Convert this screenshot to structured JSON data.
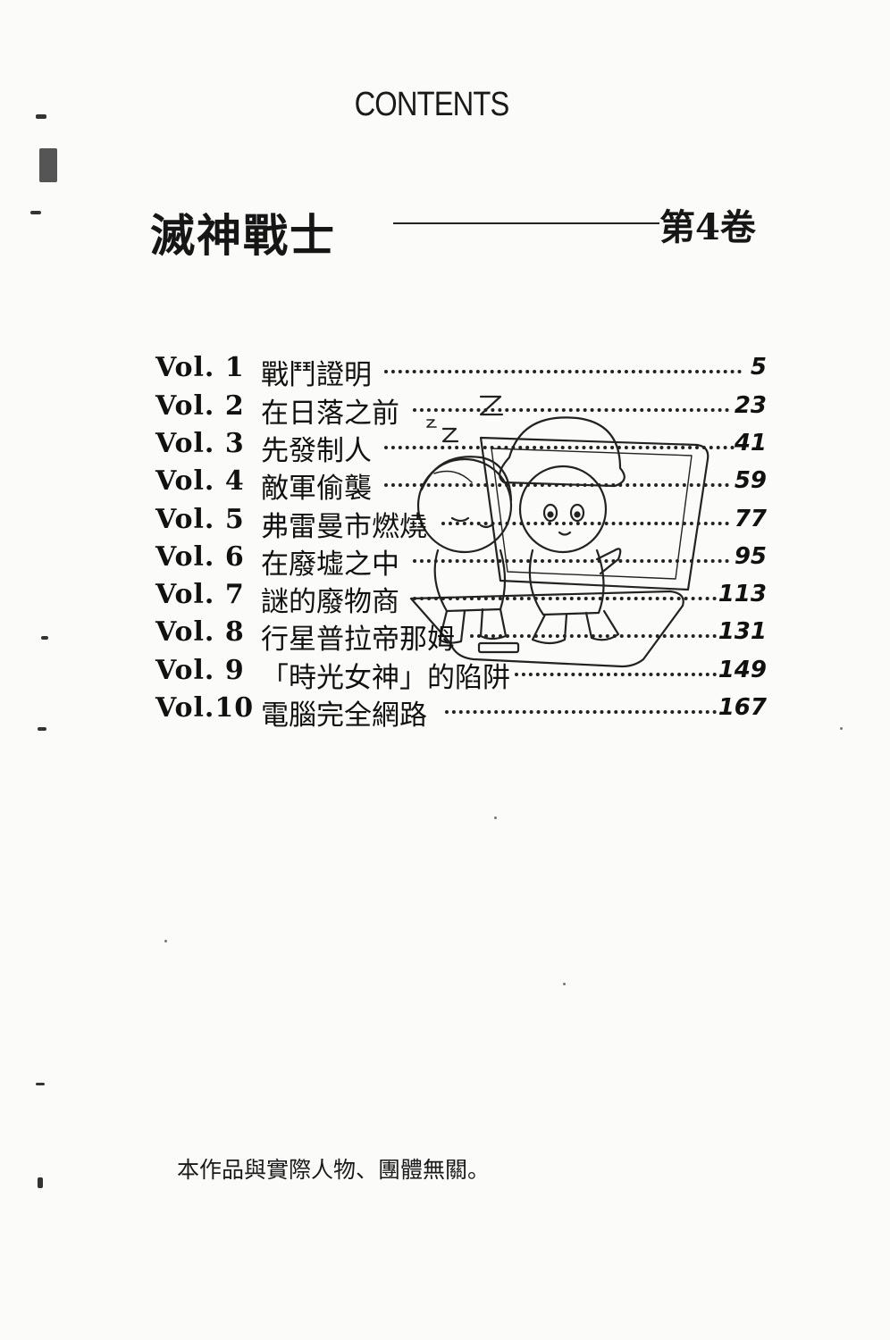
{
  "header": {
    "contents": "CONTENTS"
  },
  "book": {
    "series_title": "滅神戰士",
    "volume": "第4卷"
  },
  "toc": [
    {
      "vol": "Vol. 1",
      "title": "戰鬥證明",
      "page": "5"
    },
    {
      "vol": "Vol. 2",
      "title": "在日落之前",
      "page": "23"
    },
    {
      "vol": "Vol. 3",
      "title": "先發制人",
      "page": "41"
    },
    {
      "vol": "Vol. 4",
      "title": "敵軍偷襲",
      "page": "59"
    },
    {
      "vol": "Vol. 5",
      "title": "弗雷曼市燃燒",
      "page": "77"
    },
    {
      "vol": "Vol. 6",
      "title": "在廢墟之中",
      "page": "95"
    },
    {
      "vol": "Vol. 7",
      "title": "謎的廢物商",
      "page": "113"
    },
    {
      "vol": "Vol. 8",
      "title": "行星普拉帝那姆",
      "page": "131"
    },
    {
      "vol": "Vol. 9",
      "title": "「時光女神」的陷阱",
      "page": "149"
    },
    {
      "vol": "Vol.10",
      "title": "電腦完全網路",
      "page": "167"
    }
  ],
  "illustration": {
    "sleep_text": "Z z"
  },
  "footer": {
    "disclaimer": "本作品與實際人物、團體無關。"
  }
}
